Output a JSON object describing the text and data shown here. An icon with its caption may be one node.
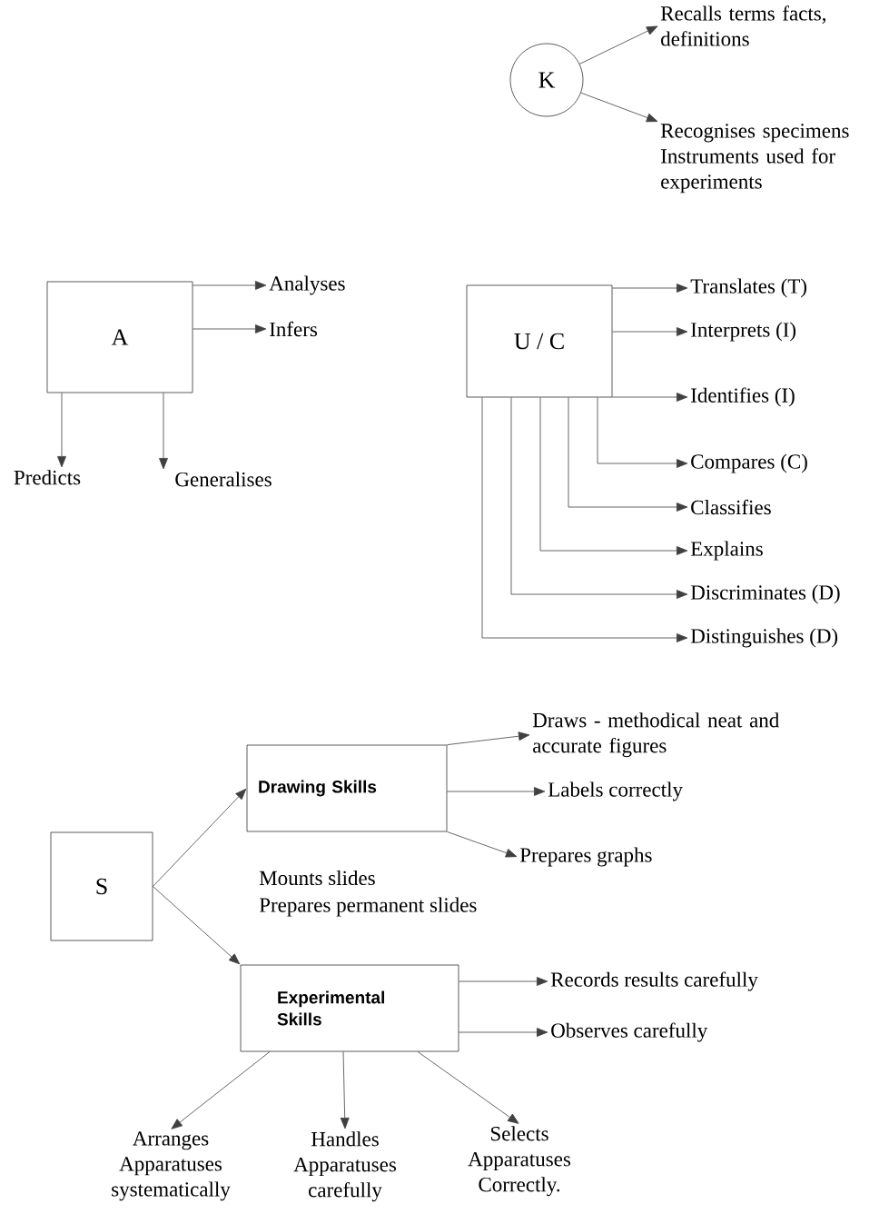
{
  "diagram": {
    "nodes": [
      {
        "text": [
          "K"
        ]
      },
      {
        "text": [
          "Recalls terms facts, definitions"
        ]
      },
      {
        "text": [
          "Recognises specimens Instruments used for experiments"
        ]
      },
      {
        "text": [
          "A"
        ]
      },
      {
        "text": [
          "Analyses"
        ]
      },
      {
        "text": [
          "Infers"
        ]
      },
      {
        "text": [
          "Predicts"
        ]
      },
      {
        "text": [
          "Generalises"
        ]
      },
      {
        "text": [
          "U / C"
        ]
      },
      {
        "text": [
          "Translates (T)"
        ]
      },
      {
        "text": [
          "Interprets (I)"
        ]
      },
      {
        "text": [
          "Identifies (I)"
        ]
      },
      {
        "text": [
          "Compares (C)"
        ]
      },
      {
        "text": [
          "Classifies"
        ]
      },
      {
        "text": [
          "Explains"
        ]
      },
      {
        "text": [
          "Discriminates (D)"
        ]
      },
      {
        "text": [
          "Distinguishes (D)"
        ]
      },
      {
        "text": [
          "S"
        ]
      },
      {
        "text": [
          "Drawing Skills"
        ]
      },
      {
        "text": [
          "Experimental Skills"
        ]
      },
      {
        "text": [
          "Draws -  methodical neat and accurate figures"
        ]
      },
      {
        "text": [
          "Labels correctly"
        ]
      },
      {
        "text": [
          "Prepares graphs"
        ]
      },
      {
        "text": [
          "Records results carefully"
        ]
      },
      {
        "text": [
          "Observes carefully"
        ]
      },
      {
        "text": [
          "Arranges Apparatuses systematically"
        ]
      },
      {
        "text": [
          "Handles Apparatuses carefully"
        ]
      },
      {
        "text": [
          "Selects Apparatuses Correctly."
        ]
      }
    ],
    "edges": [
      {
        "from": 0,
        "to": 1,
        "arrow": "to"
      },
      {
        "from": 0,
        "to": 2,
        "arrow": "to"
      },
      {
        "from": 3,
        "to": 4,
        "arrow": "to"
      },
      {
        "from": 3,
        "to": 5,
        "arrow": "to"
      },
      {
        "from": 3,
        "to": 6,
        "arrow": "to"
      },
      {
        "from": 3,
        "to": 7,
        "arrow": "to"
      },
      {
        "from": 8,
        "to": 9,
        "arrow": "to"
      },
      {
        "from": 8,
        "to": 10,
        "arrow": "to"
      },
      {
        "from": 8,
        "to": 11,
        "arrow": "to"
      },
      {
        "from": 8,
        "to": 12,
        "arrow": "to"
      },
      {
        "from": 8,
        "to": 13,
        "arrow": "to"
      },
      {
        "from": 8,
        "to": 14,
        "arrow": "to"
      },
      {
        "from": 8,
        "to": 15,
        "arrow": "to"
      },
      {
        "from": 8,
        "to": 16,
        "arrow": "to"
      },
      {
        "from": 17,
        "to": 18,
        "arrow": "to"
      },
      {
        "from": 17,
        "to": 19,
        "arrow": "to"
      },
      {
        "from": 18,
        "to": 20,
        "arrow": "to"
      },
      {
        "from": 18,
        "to": 21,
        "arrow": "to"
      },
      {
        "from": 18,
        "to": 22,
        "arrow": "to"
      },
      {
        "from": 19,
        "to": 23,
        "arrow": "to"
      },
      {
        "from": 19,
        "to": 24,
        "arrow": "to"
      },
      {
        "from": 19,
        "to": 25,
        "arrow": "to"
      },
      {
        "from": 19,
        "to": 26,
        "arrow": "to"
      },
      {
        "from": 19,
        "to": 27,
        "arrow": "to"
      }
    ],
    "labels": [
      "Mounts slides",
      "Prepares permanent slides"
    ]
  }
}
